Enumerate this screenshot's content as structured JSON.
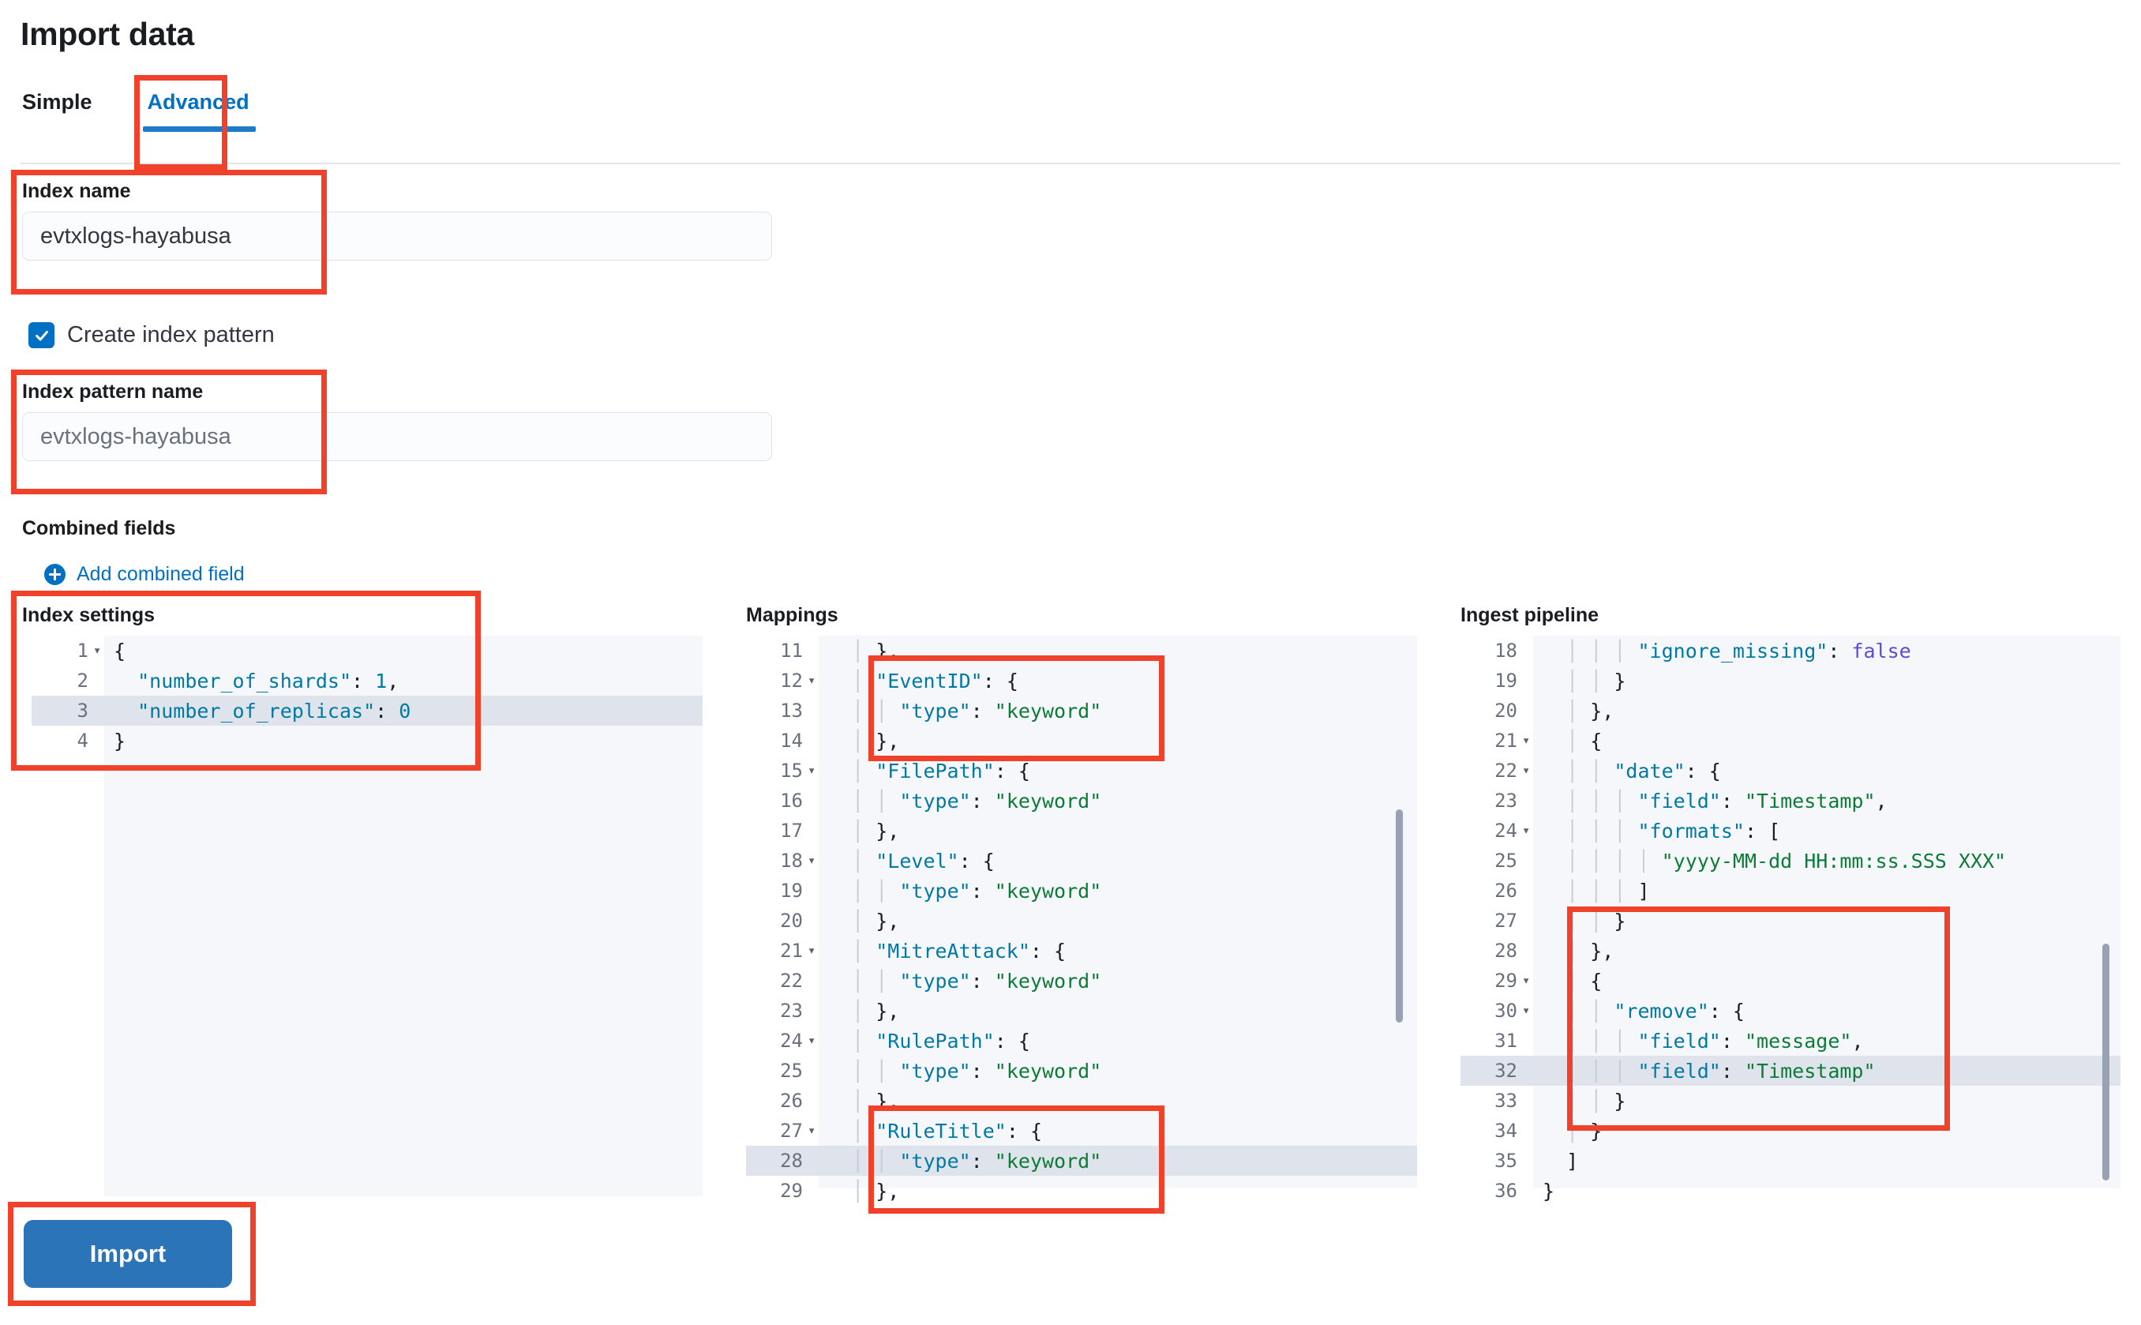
{
  "page": {
    "title": "Import data"
  },
  "tabs": [
    {
      "label": "Simple",
      "active": false
    },
    {
      "label": "Advanced",
      "active": true
    }
  ],
  "form": {
    "index_name": {
      "label": "Index name",
      "value": "evtxlogs-hayabusa",
      "placeholder": "evtxlogs-hayabusa"
    },
    "create_index_pattern": {
      "label": "Create index pattern",
      "checked": true,
      "icon": "checkmark-icon"
    },
    "index_pattern_name": {
      "label": "Index pattern name",
      "value": "",
      "placeholder": "evtxlogs-hayabusa"
    },
    "combined_fields": {
      "label": "Combined fields",
      "add_link": "Add combined field",
      "add_icon": "plus-circle-icon"
    }
  },
  "editors": {
    "index_settings": {
      "title": "Index settings",
      "first_line": 1,
      "highlight_line": 3,
      "lines": [
        {
          "n": 1,
          "fold": true,
          "text": "{"
        },
        {
          "n": 2,
          "fold": false,
          "text": "  \"number_of_shards\": 1,"
        },
        {
          "n": 3,
          "fold": false,
          "text": "  \"number_of_replicas\": 0"
        },
        {
          "n": 4,
          "fold": false,
          "text": "}"
        }
      ]
    },
    "mappings": {
      "title": "Mappings",
      "first_line": 11,
      "highlight_line": 28,
      "lines": [
        {
          "n": 11,
          "fold": false,
          "text": "    },"
        },
        {
          "n": 12,
          "fold": true,
          "text": "    \"EventID\": {"
        },
        {
          "n": 13,
          "fold": false,
          "text": "      \"type\": \"keyword\""
        },
        {
          "n": 14,
          "fold": false,
          "text": "    },"
        },
        {
          "n": 15,
          "fold": true,
          "text": "    \"FilePath\": {"
        },
        {
          "n": 16,
          "fold": false,
          "text": "      \"type\": \"keyword\""
        },
        {
          "n": 17,
          "fold": false,
          "text": "    },"
        },
        {
          "n": 18,
          "fold": true,
          "text": "    \"Level\": {"
        },
        {
          "n": 19,
          "fold": false,
          "text": "      \"type\": \"keyword\""
        },
        {
          "n": 20,
          "fold": false,
          "text": "    },"
        },
        {
          "n": 21,
          "fold": true,
          "text": "    \"MitreAttack\": {"
        },
        {
          "n": 22,
          "fold": false,
          "text": "      \"type\": \"keyword\""
        },
        {
          "n": 23,
          "fold": false,
          "text": "    },"
        },
        {
          "n": 24,
          "fold": true,
          "text": "    \"RulePath\": {"
        },
        {
          "n": 25,
          "fold": false,
          "text": "      \"type\": \"keyword\""
        },
        {
          "n": 26,
          "fold": false,
          "text": "    },"
        },
        {
          "n": 27,
          "fold": true,
          "text": "    \"RuleTitle\": {"
        },
        {
          "n": 28,
          "fold": false,
          "text": "      \"type\": \"keyword\""
        },
        {
          "n": 29,
          "fold": false,
          "text": "    },"
        }
      ]
    },
    "ingest_pipeline": {
      "title": "Ingest pipeline",
      "first_line": 18,
      "highlight_line": 32,
      "lines": [
        {
          "n": 18,
          "fold": false,
          "text": "        \"ignore_missing\": false"
        },
        {
          "n": 19,
          "fold": false,
          "text": "      }"
        },
        {
          "n": 20,
          "fold": false,
          "text": "    },"
        },
        {
          "n": 21,
          "fold": true,
          "text": "    {"
        },
        {
          "n": 22,
          "fold": true,
          "text": "      \"date\": {"
        },
        {
          "n": 23,
          "fold": false,
          "text": "        \"field\": \"Timestamp\","
        },
        {
          "n": 24,
          "fold": true,
          "text": "        \"formats\": ["
        },
        {
          "n": 25,
          "fold": false,
          "text": "          \"yyyy-MM-dd HH:mm:ss.SSS XXX\""
        },
        {
          "n": 26,
          "fold": false,
          "text": "        ]"
        },
        {
          "n": 27,
          "fold": false,
          "text": "      }"
        },
        {
          "n": 28,
          "fold": false,
          "text": "    },"
        },
        {
          "n": 29,
          "fold": true,
          "text": "    {"
        },
        {
          "n": 30,
          "fold": true,
          "text": "      \"remove\": {"
        },
        {
          "n": 31,
          "fold": false,
          "text": "        \"field\": \"message\","
        },
        {
          "n": 32,
          "fold": false,
          "text": "        \"field\": \"Timestamp\""
        },
        {
          "n": 33,
          "fold": false,
          "text": "      }"
        },
        {
          "n": 34,
          "fold": false,
          "text": "    }"
        },
        {
          "n": 35,
          "fold": false,
          "text": "  ]"
        },
        {
          "n": 36,
          "fold": false,
          "text": "}"
        }
      ]
    }
  },
  "actions": {
    "import_label": "Import"
  },
  "colors": {
    "accent": "#0071c2",
    "primary_button": "#2c74b8",
    "annotation": "#f0412a",
    "editor_bg": "#f5f7fa",
    "highlight_row": "#dfe3ec"
  },
  "annotations": [
    {
      "name": "advanced-tab-highlight"
    },
    {
      "name": "index-name-highlight"
    },
    {
      "name": "index-pattern-name-highlight"
    },
    {
      "name": "index-settings-highlight"
    },
    {
      "name": "mappings-eventid-highlight"
    },
    {
      "name": "mappings-ruletitle-highlight"
    },
    {
      "name": "ingest-remove-highlight"
    },
    {
      "name": "import-button-highlight"
    }
  ]
}
